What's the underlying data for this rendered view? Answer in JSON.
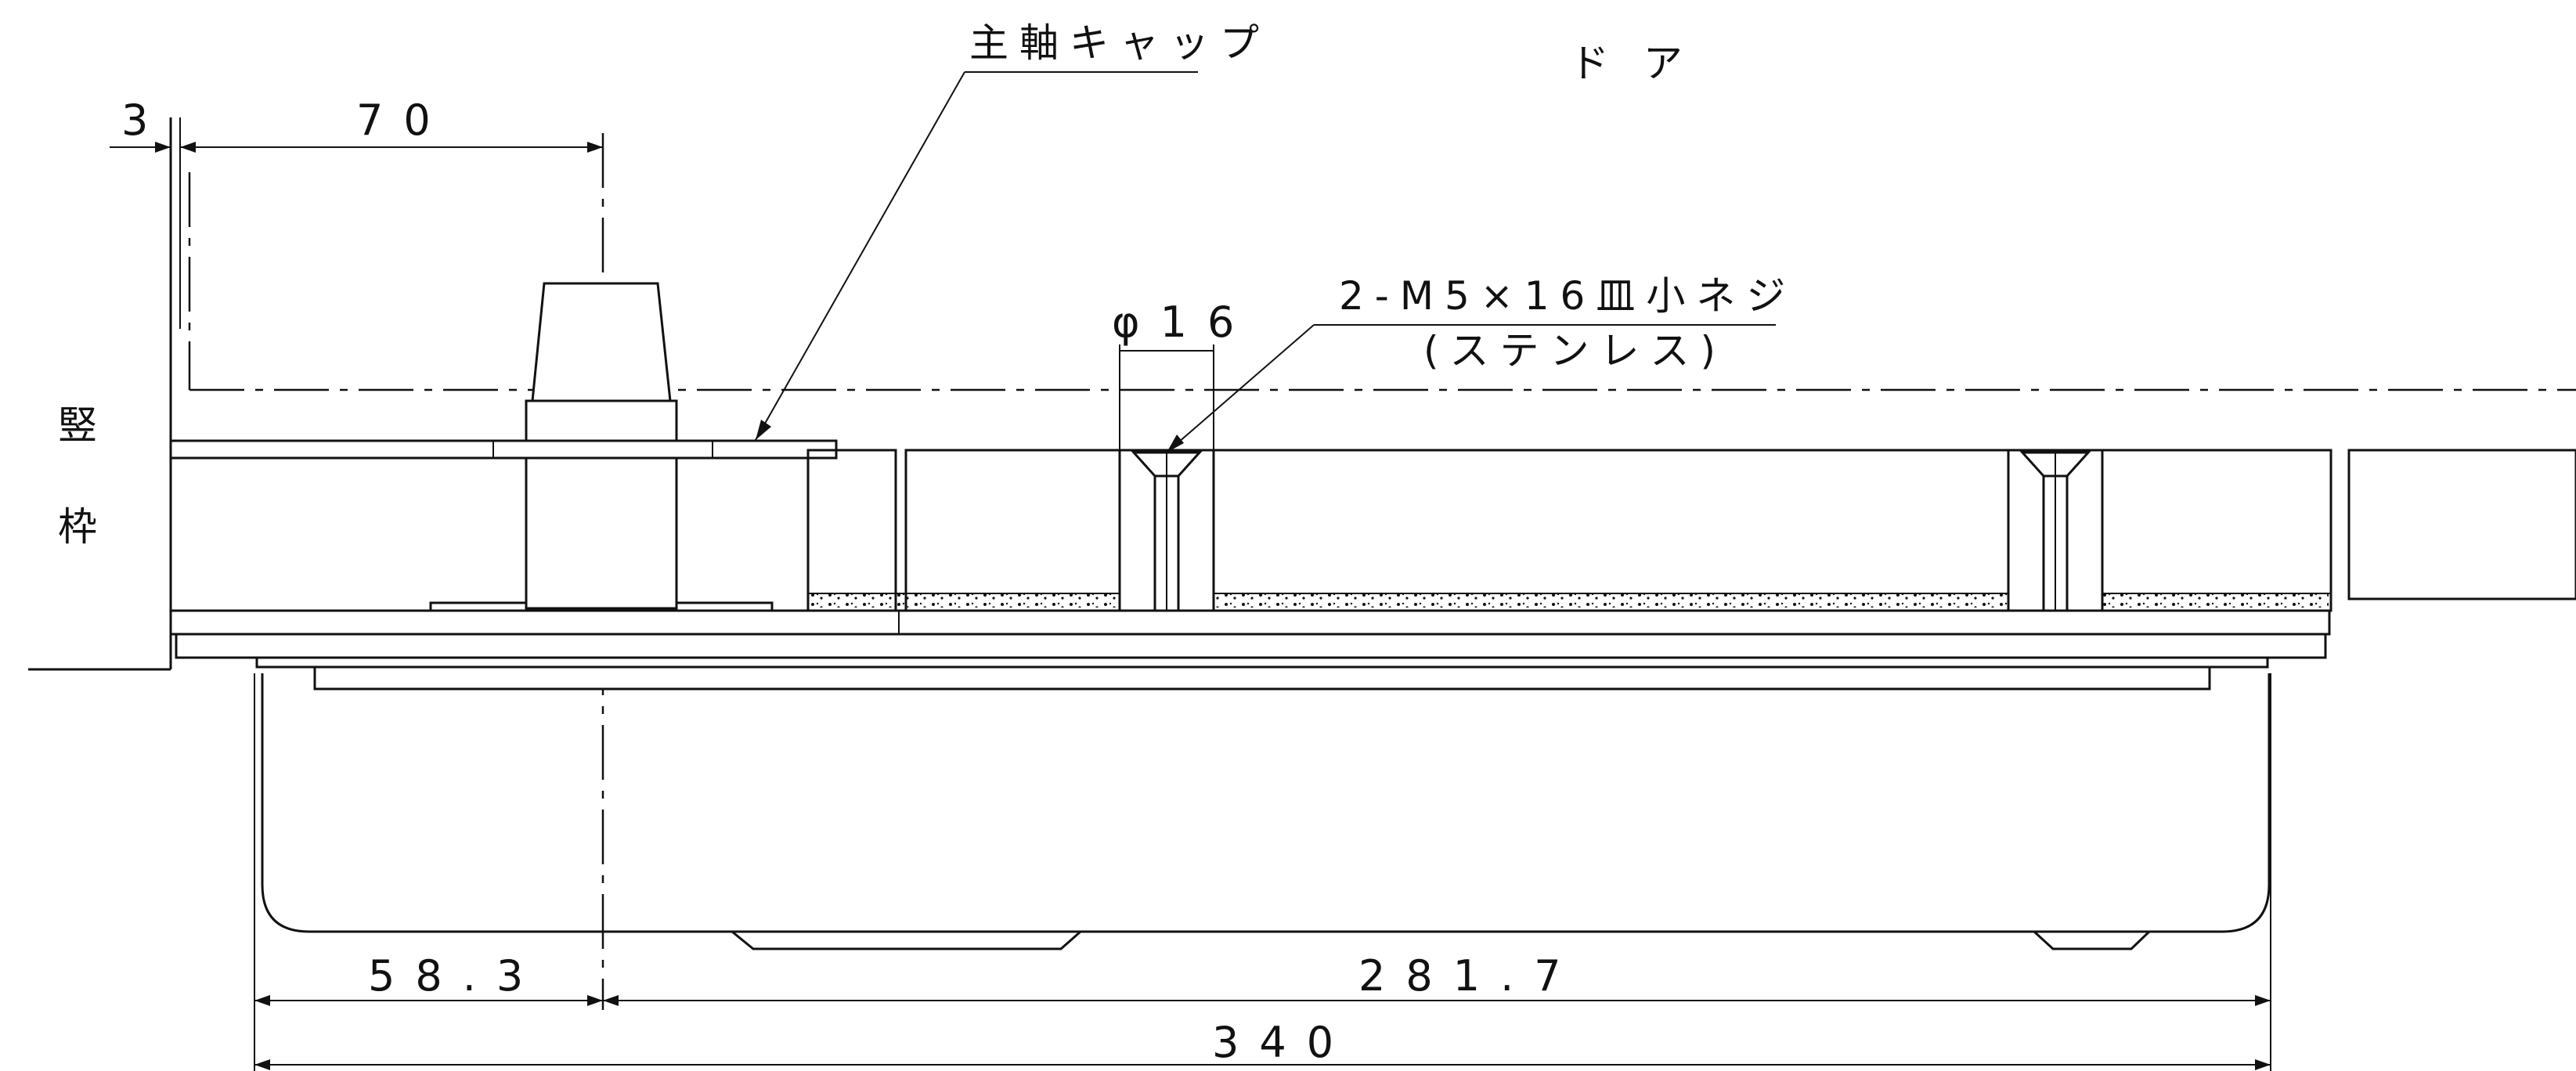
{
  "labels": {
    "door": "ド ア",
    "frame": [
      "竪",
      "枠"
    ],
    "spindle_cap": "主軸キャップ",
    "screw_spec": "2-M5×16皿小ネジ",
    "screw_material": "(ステンレス)"
  },
  "dimensions": {
    "clearance": "3",
    "spindle_offset": "70",
    "hole_diameter": "φ16",
    "left_width": "58.3",
    "right_width": "281.7",
    "total_width": "340"
  }
}
